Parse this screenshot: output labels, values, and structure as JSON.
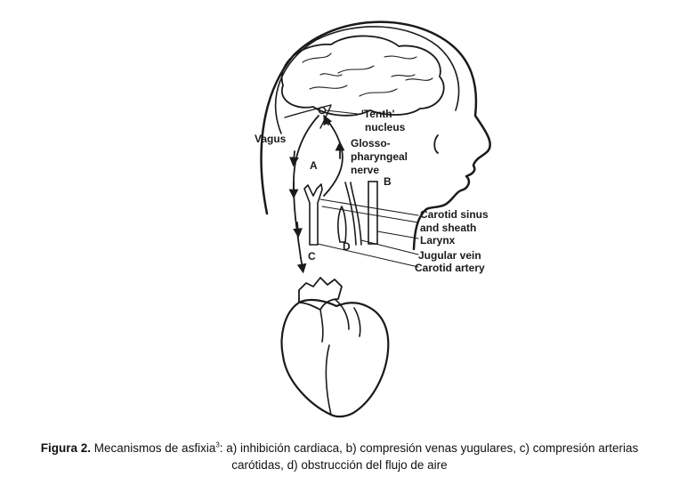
{
  "figure": {
    "labels": {
      "tenth_nucleus_line1": "'Tenth'",
      "tenth_nucleus_line2": "nucleus",
      "vagus": "Vagus",
      "glosso_line1": "Glosso-",
      "glosso_line2": "pharyngeal",
      "glosso_line3": "nerve",
      "marker_a": "A",
      "marker_b": "B",
      "marker_c": "C",
      "marker_d": "D",
      "carotid_sinus_line1": "Carotid sinus",
      "carotid_sinus_line2": "and sheath",
      "larynx": "Larynx",
      "jugular_vein": "Jugular vein",
      "carotid_artery": "Carotid artery"
    }
  },
  "caption": {
    "bold_label": "Figura 2.",
    "text_part1": "Mecanismos de asfixia",
    "superscript": "3",
    "text_part2": ": a) inhibición cardiaca, b) compresión venas yugulares, c) compresión arterias carótidas, d) obstrucción del flujo de aire"
  }
}
